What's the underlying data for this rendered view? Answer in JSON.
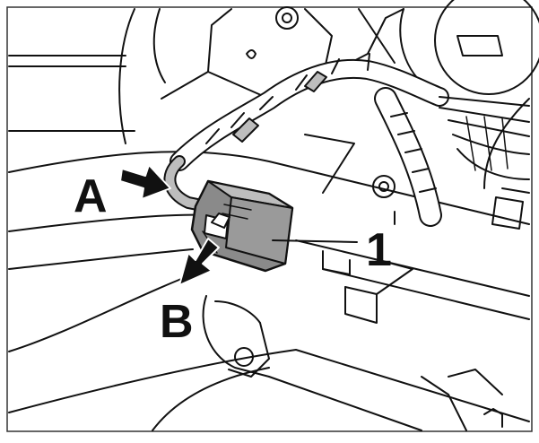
{
  "callouts": {
    "a": "A",
    "b": "B",
    "part_1": "1"
  },
  "colors": {
    "ink": "#111111",
    "paper": "#ffffff",
    "wire_shade": "#bdbdbd",
    "connector_shade": "#8a8a8a",
    "frame": "#333333"
  }
}
